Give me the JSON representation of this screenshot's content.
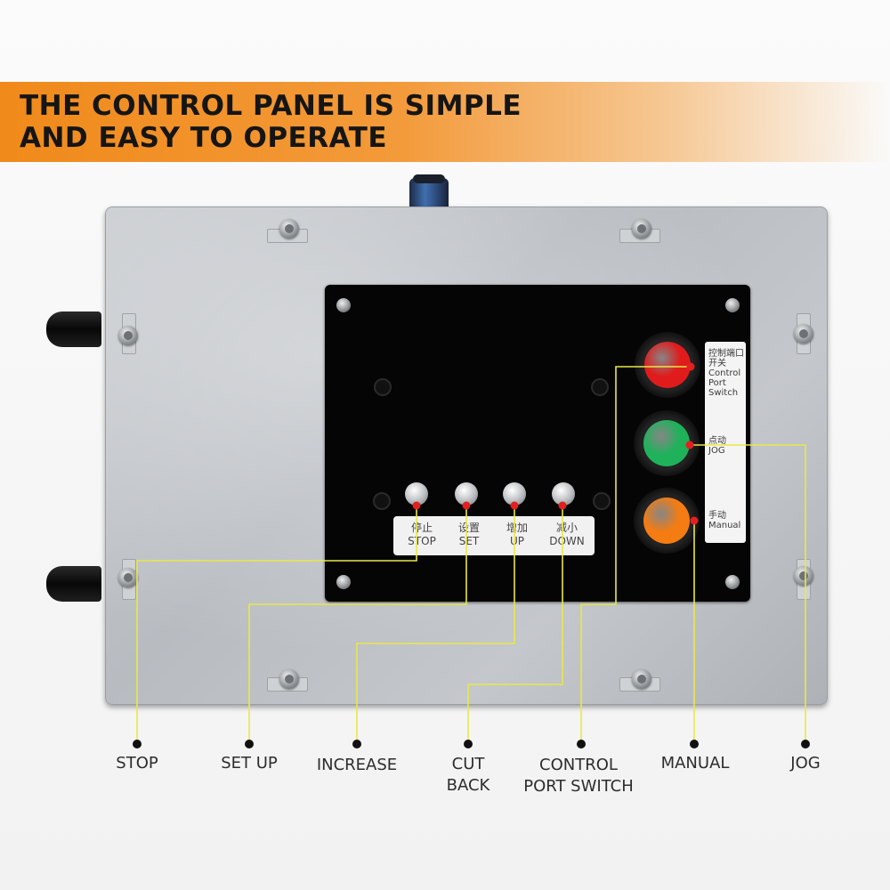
{
  "banner": {
    "line1": "THE CONTROL PANEL IS SIMPLE",
    "line2": "AND EASY TO OPERATE"
  },
  "switch_labels": [
    {
      "cn": "停止",
      "en": "STOP"
    },
    {
      "cn": "设置",
      "en": "SET"
    },
    {
      "cn": "增加",
      "en": "UP"
    },
    {
      "cn": "减小",
      "en": "DOWN"
    }
  ],
  "side_labels": {
    "control_cn": "控制端口开关",
    "control_en": "Control Port Switch",
    "jog_cn": "点动",
    "jog_en": "JOG",
    "manual_cn": "手动",
    "manual_en": "Manual"
  },
  "lamp_colors": {
    "red": "#e01b1b",
    "green": "#1fb25a",
    "orange": "#f57c12"
  },
  "callouts": {
    "stop": "STOP",
    "setup": "SET UP",
    "increase": "INCREASE",
    "cutback": "CUT\nBACK",
    "control": "CONTROL\nPORT SWITCH",
    "manual": "MANUAL",
    "jog": "JOG"
  },
  "leader_color": "#e8e84a"
}
